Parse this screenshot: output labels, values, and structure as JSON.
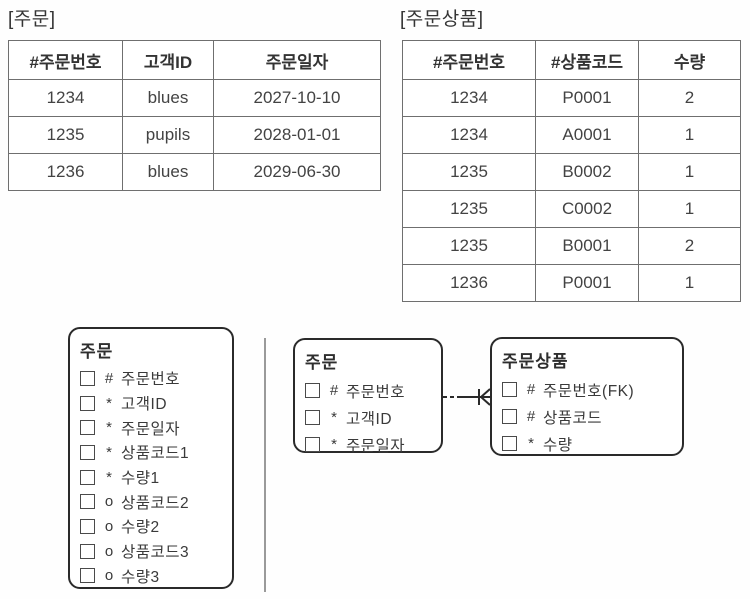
{
  "page": {
    "background": "#fefefe",
    "ink_color": "#3c3c3c",
    "table_border_color": "#6f6f6f",
    "entity_border_color": "#2a2a2a"
  },
  "order_table": {
    "label": "[주문]",
    "headers": [
      "#주문번호",
      "고객ID",
      "주문일자"
    ],
    "rows": [
      [
        "1234",
        "blues",
        "2027-10-10"
      ],
      [
        "1235",
        "pupils",
        "2028-01-01"
      ],
      [
        "1236",
        "blues",
        "2029-06-30"
      ]
    ]
  },
  "order_item_table": {
    "label": "[주문상품]",
    "headers": [
      "#주문번호",
      "#상품코드",
      "수량"
    ],
    "rows": [
      [
        "1234",
        "P0001",
        "2"
      ],
      [
        "1234",
        "A0001",
        "1"
      ],
      [
        "1235",
        "B0002",
        "1"
      ],
      [
        "1235",
        "C0002",
        "1"
      ],
      [
        "1235",
        "B0001",
        "2"
      ],
      [
        "1236",
        "P0001",
        "1"
      ]
    ]
  },
  "erd": {
    "unnormalized_entity": {
      "title": "주문",
      "attributes": [
        {
          "marker": "#",
          "name": "주문번호"
        },
        {
          "marker": "*",
          "name": "고객ID"
        },
        {
          "marker": "*",
          "name": "주문일자"
        },
        {
          "marker": "*",
          "name": "상품코드1"
        },
        {
          "marker": "*",
          "name": "수량1"
        },
        {
          "marker": "o",
          "name": "상품코드2"
        },
        {
          "marker": "o",
          "name": "수량2"
        },
        {
          "marker": "o",
          "name": "상품코드3"
        },
        {
          "marker": "o",
          "name": "수량3"
        }
      ]
    },
    "order_entity": {
      "title": "주문",
      "attributes": [
        {
          "marker": "#",
          "name": "주문번호"
        },
        {
          "marker": "*",
          "name": "고객ID"
        },
        {
          "marker": "*",
          "name": "주문일자"
        }
      ]
    },
    "order_item_entity": {
      "title": "주문상품",
      "attributes": [
        {
          "marker": "#",
          "name": "주문번호(FK)"
        },
        {
          "marker": "#",
          "name": "상품코드"
        },
        {
          "marker": "*",
          "name": "수량"
        }
      ]
    },
    "relationship": {
      "type": "one-to-many",
      "style": "dashed-to-crows-foot",
      "from": "주문",
      "to": "주문상품"
    }
  }
}
